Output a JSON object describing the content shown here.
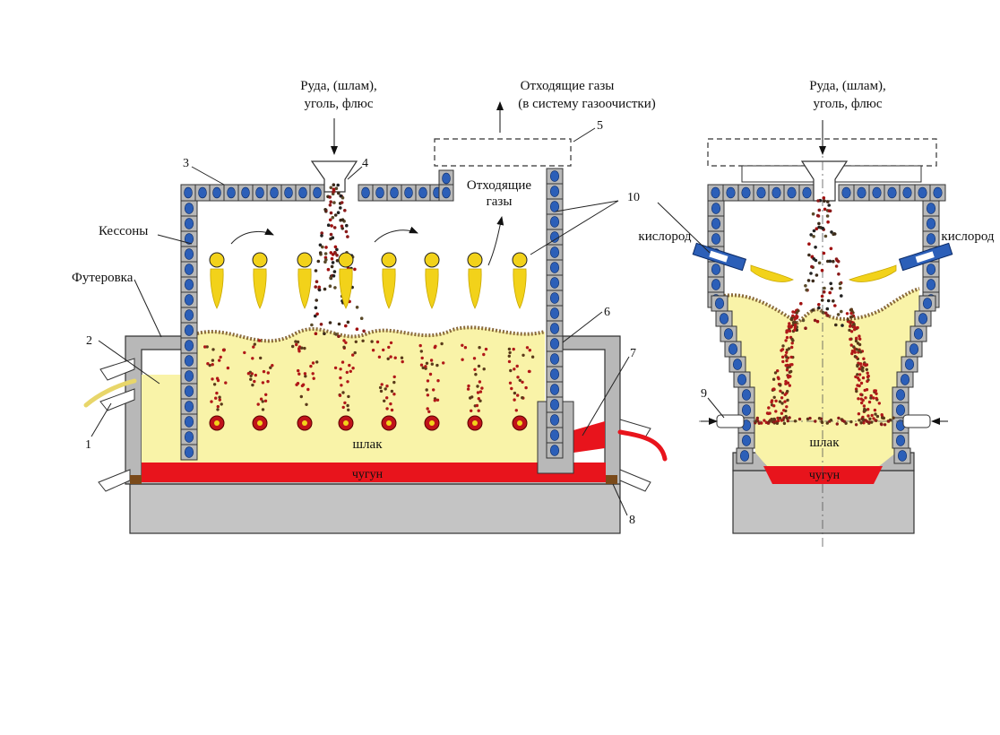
{
  "colors": {
    "slag": "#f9f3a8",
    "iron": "#e8141c",
    "caisson_cell": "#2c5fb8",
    "lining": "#b8b8b8",
    "foundation": "#c4c4c4",
    "flame": "#f2d21a",
    "crust": "#8a6a3a"
  },
  "left": {
    "feed_label_line1": "Руда, (шлам),",
    "feed_label_line2": "уголь, флюс",
    "offgas_label_line1": "Отходящие газы",
    "offgas_label_line2": "(в систему газоочистки)",
    "inner_gas_line1": "Отходящие",
    "inner_gas_line2": "газы",
    "caissons_label": "Кессоны",
    "lining_label": "Футеровка",
    "slag_label": "шлак",
    "iron_label": "чугун",
    "num_1": "1",
    "num_2": "2",
    "num_3": "3",
    "num_4": "4",
    "num_5": "5",
    "num_6": "6",
    "num_7": "7",
    "num_8": "8",
    "num_10": "10"
  },
  "right": {
    "feed_label_line1": "Руда, (шлам),",
    "feed_label_line2": "уголь, флюс",
    "oxygen_left": "кислород",
    "oxygen_right": "кислород",
    "slag_label": "шлак",
    "iron_label": "чугун",
    "num_9": "9"
  }
}
